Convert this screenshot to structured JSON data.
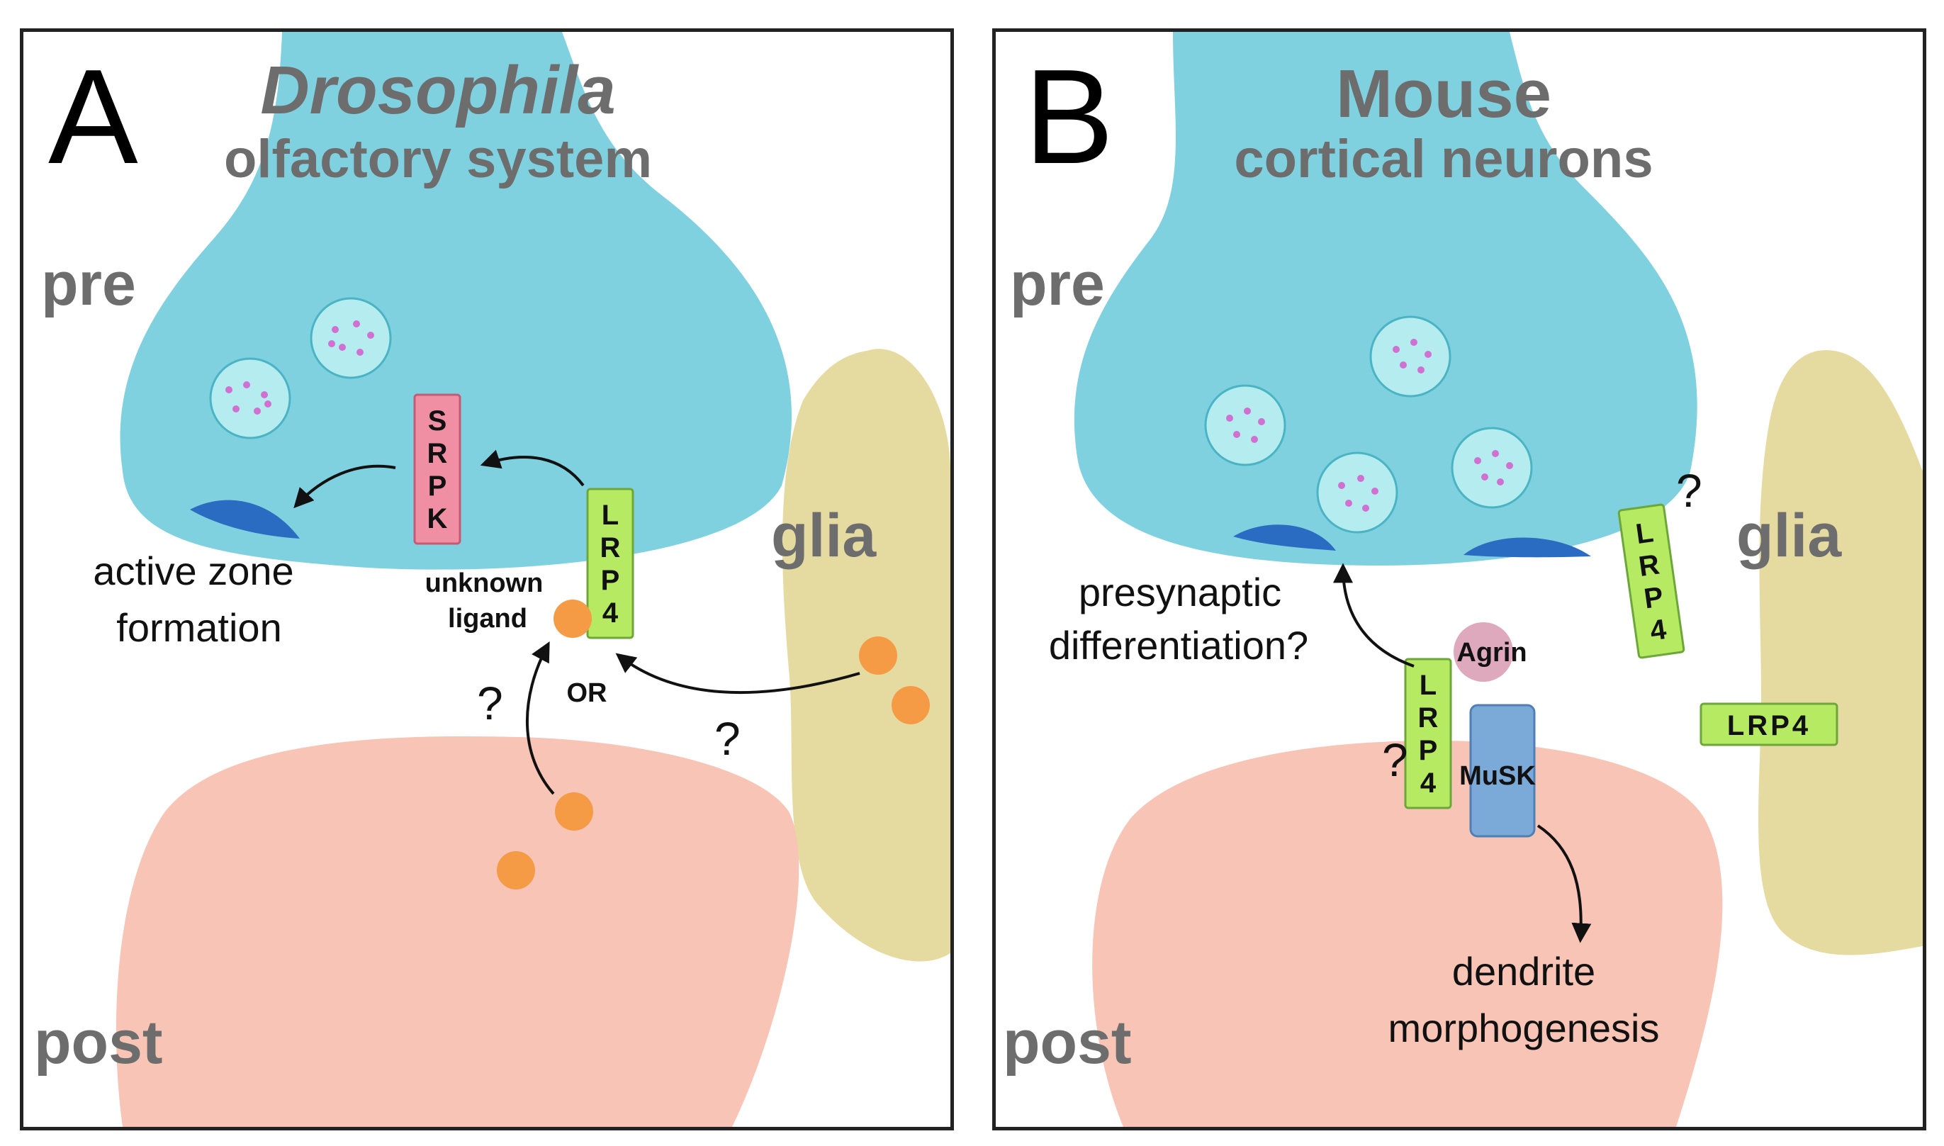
{
  "panel_a": {
    "letter": "A",
    "title": "Drosophila",
    "subtitle": "olfactory system",
    "pre": "pre",
    "post": "post",
    "glia": "glia",
    "srpk": [
      "S",
      "R",
      "P",
      "K"
    ],
    "lrp4": [
      "L",
      "R",
      "P",
      "4"
    ],
    "active_zone": [
      "active zone",
      "formation"
    ],
    "unknown_ligand": [
      "unknown",
      "ligand"
    ],
    "or": "OR",
    "question": "?"
  },
  "panel_b": {
    "letter": "B",
    "title": "Mouse",
    "subtitle": "cortical neurons",
    "pre": "pre",
    "post": "post",
    "glia": "glia",
    "lrp4_vertical": [
      "L",
      "R",
      "P",
      "4"
    ],
    "lrp4_horizontal": "LRP4",
    "agrin": "Agrin",
    "musk": "MuSK",
    "presynaptic": [
      "presynaptic",
      "differentiation?"
    ],
    "dendrite": [
      "dendrite",
      "morphogenesis"
    ],
    "question": "?"
  },
  "colors": {
    "presynaptic": "#80d1df",
    "postsynaptic": "#f8c4b5",
    "glia": "#e5dba0",
    "vesicle": "#b5ecef",
    "vesicle_dot": "#d070d0",
    "active_zone": "#2a6cc2",
    "lrp4": "#b6ea63",
    "srpk": "#f08fa4",
    "ligand": "#f59a45",
    "agrin": "#dea8bd",
    "musk": "#7ba9d8"
  }
}
